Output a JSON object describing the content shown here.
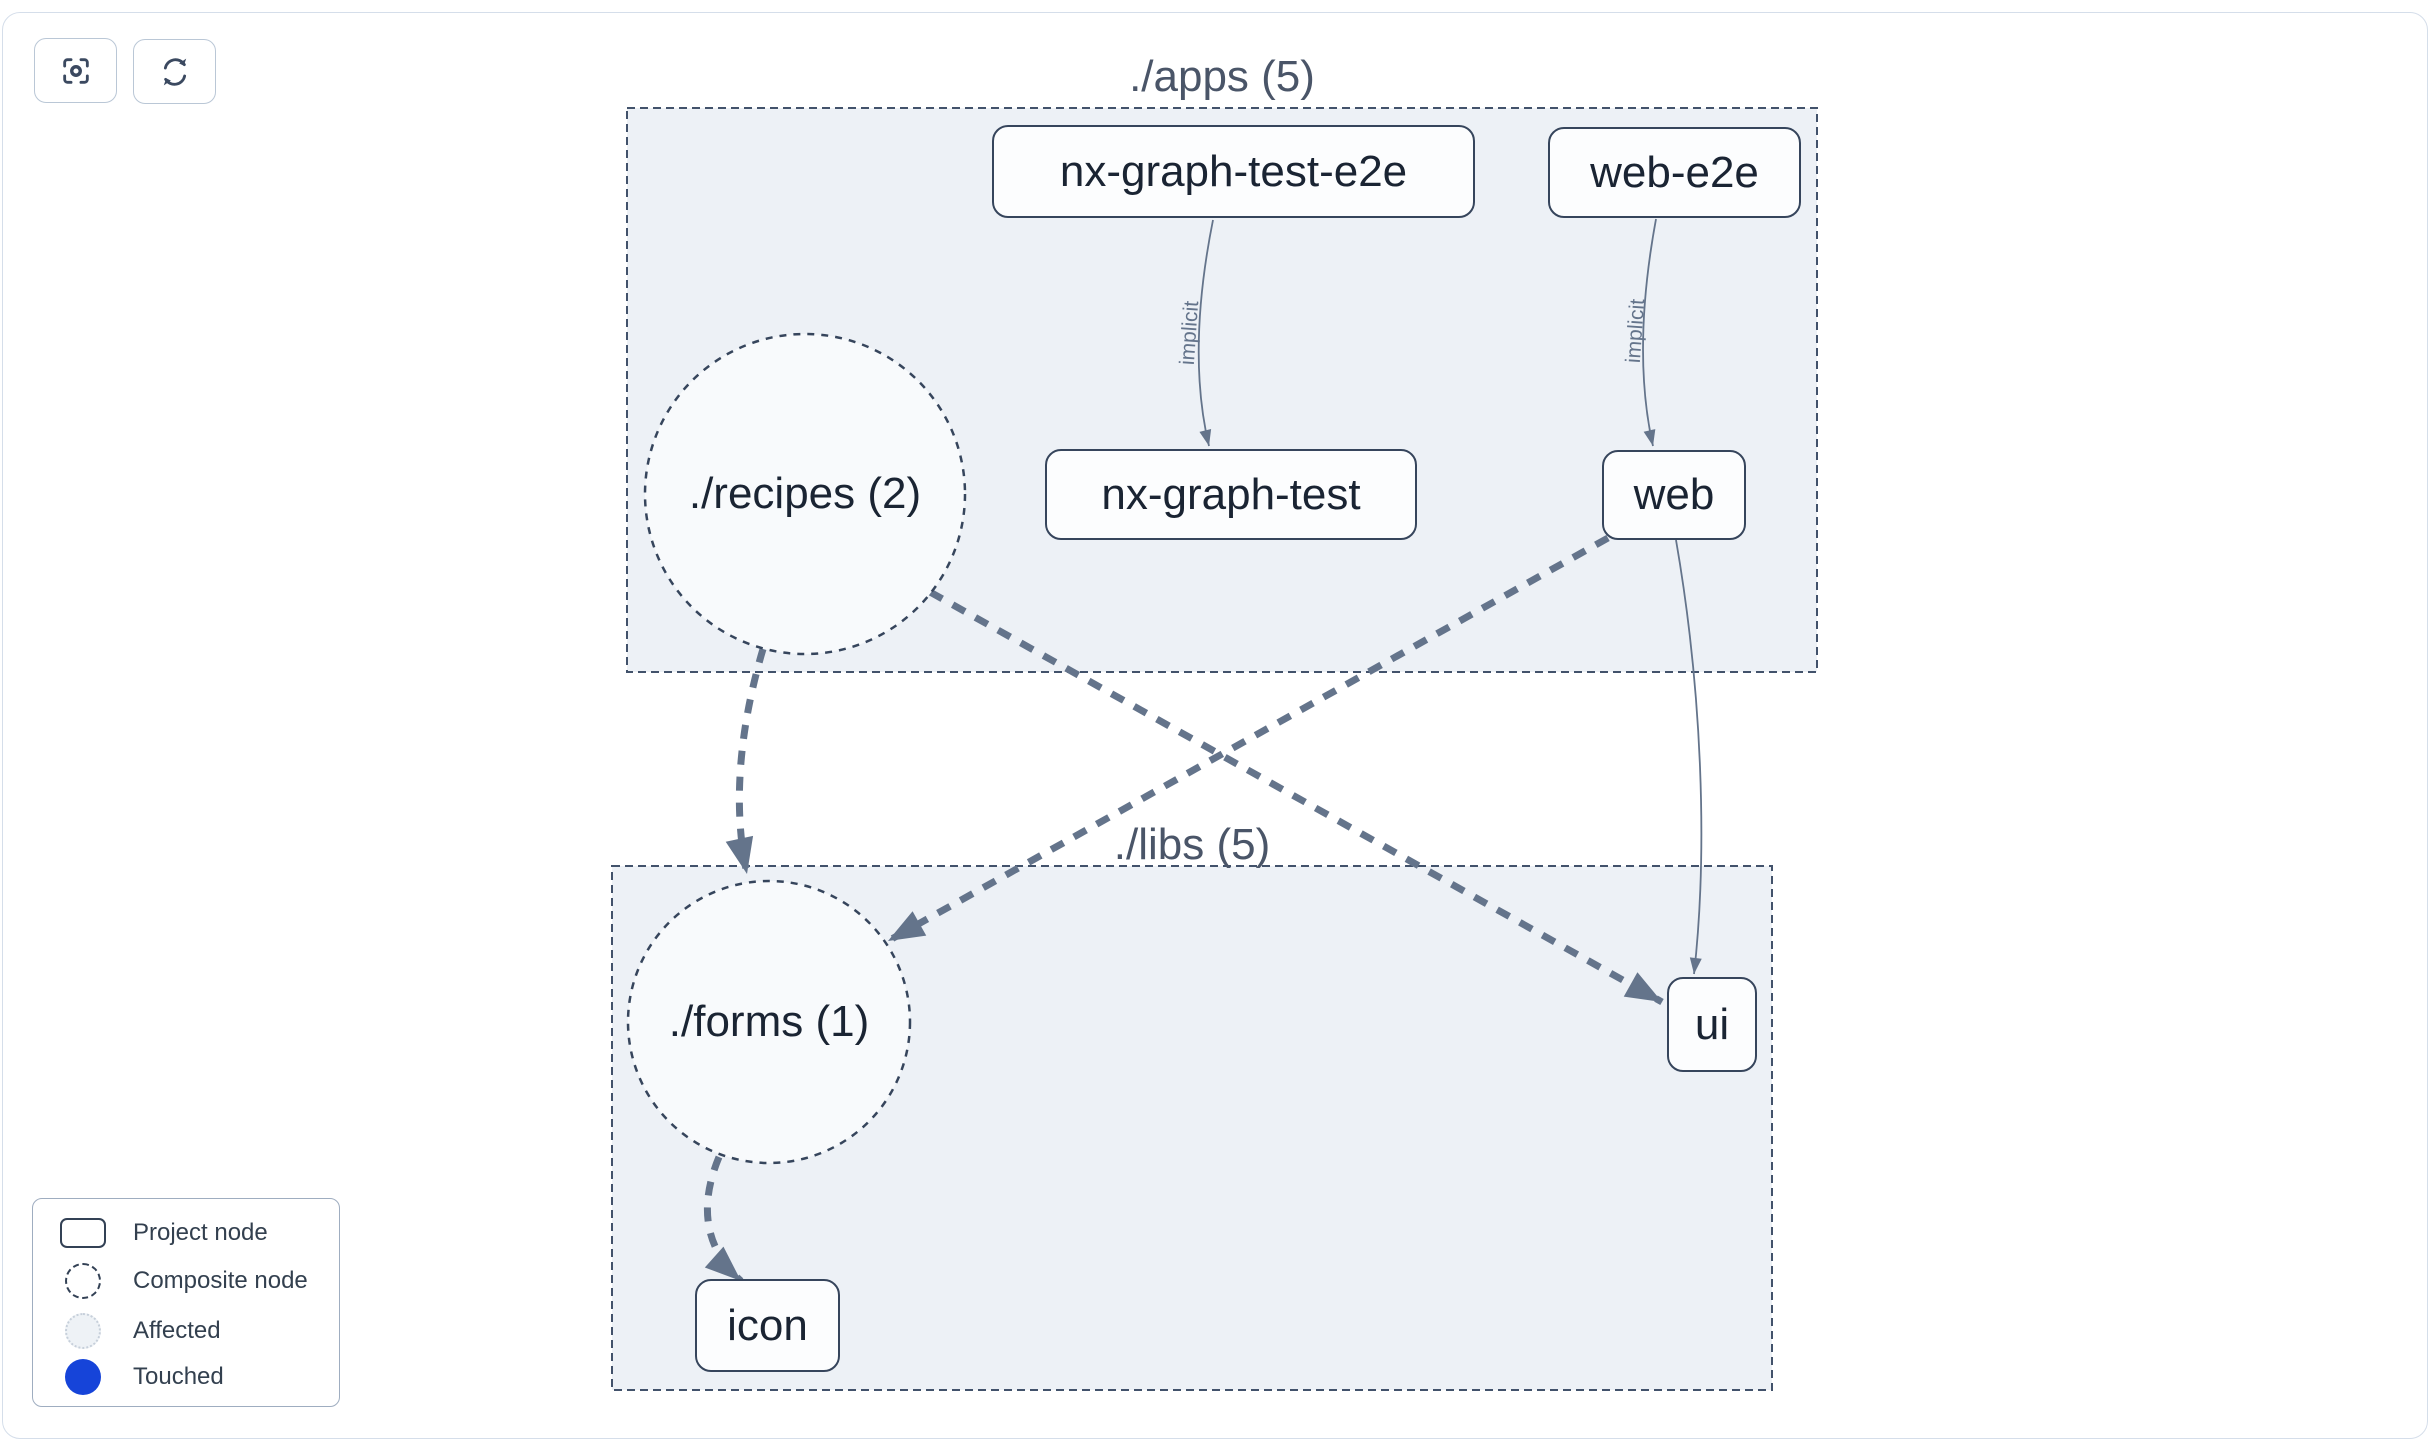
{
  "toolbar": {
    "buttons": [
      {
        "name": "focus",
        "icon": "focus-scan-icon"
      },
      {
        "name": "refresh",
        "icon": "refresh-icon"
      }
    ]
  },
  "graph": {
    "groups": [
      {
        "label": "./apps (5)"
      },
      {
        "label": "./libs (5)"
      }
    ],
    "composite_nodes": [
      {
        "label": "./recipes (2)"
      },
      {
        "label": "./forms (1)"
      }
    ],
    "project_nodes": [
      {
        "label": "nx-graph-test-e2e"
      },
      {
        "label": "web-e2e"
      },
      {
        "label": "nx-graph-test"
      },
      {
        "label": "web"
      },
      {
        "label": "ui"
      },
      {
        "label": "icon"
      }
    ],
    "edge_labels": [
      {
        "label": "implicit"
      },
      {
        "label": "implicit"
      }
    ]
  },
  "legend": {
    "items": [
      {
        "label": "Project node"
      },
      {
        "label": "Composite node"
      },
      {
        "label": "Affected"
      },
      {
        "label": "Touched"
      }
    ]
  },
  "colors": {
    "touched_blue": "#1644d9",
    "edge_gray": "#64748b",
    "node_border": "#36455c",
    "group_fill": "#edf1f6",
    "group_label": "#4a5568"
  }
}
